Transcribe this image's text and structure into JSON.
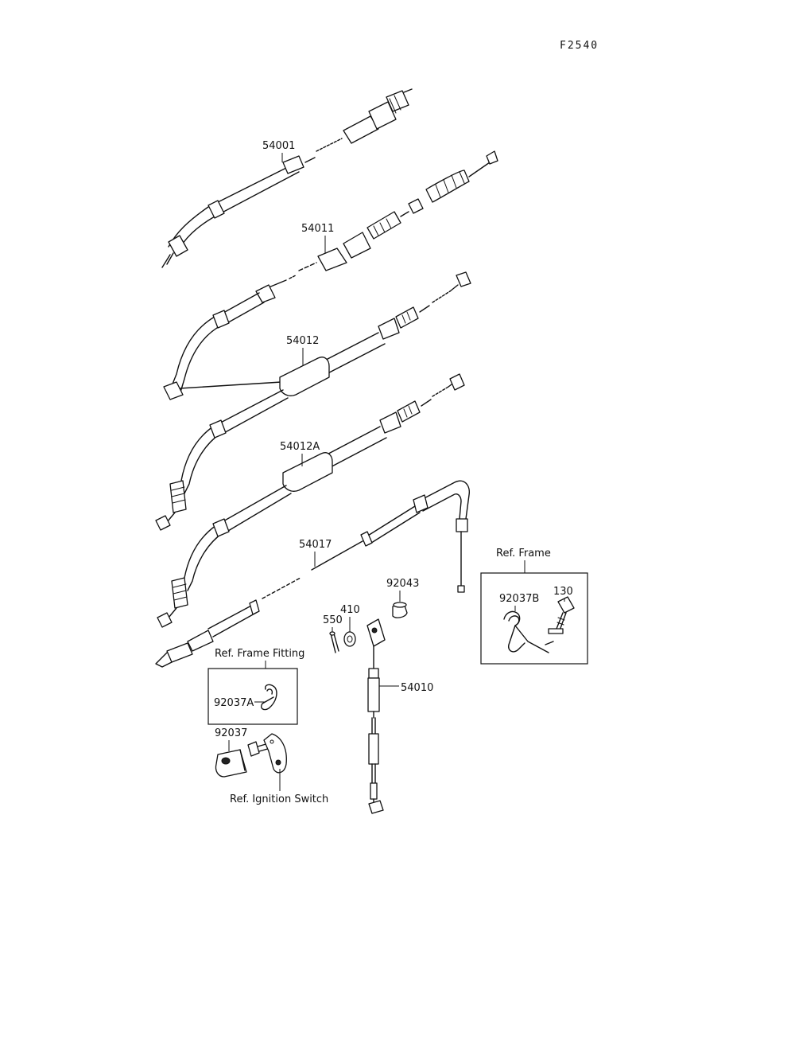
{
  "diagram_code": "F2540",
  "labels": {
    "p54001": "54001",
    "p54011": "54011",
    "p54012": "54012",
    "p54012a": "54012A",
    "p54017": "54017",
    "p92043": "92043",
    "p410": "410",
    "p550": "550",
    "p54010": "54010",
    "p92037b": "92037B",
    "p130": "130",
    "p92037a": "92037A",
    "p92037": "92037"
  },
  "references": {
    "frame": "Ref. Frame",
    "frame_fitting": "Ref. Frame Fitting",
    "ignition_switch": "Ref. Ignition Switch"
  }
}
